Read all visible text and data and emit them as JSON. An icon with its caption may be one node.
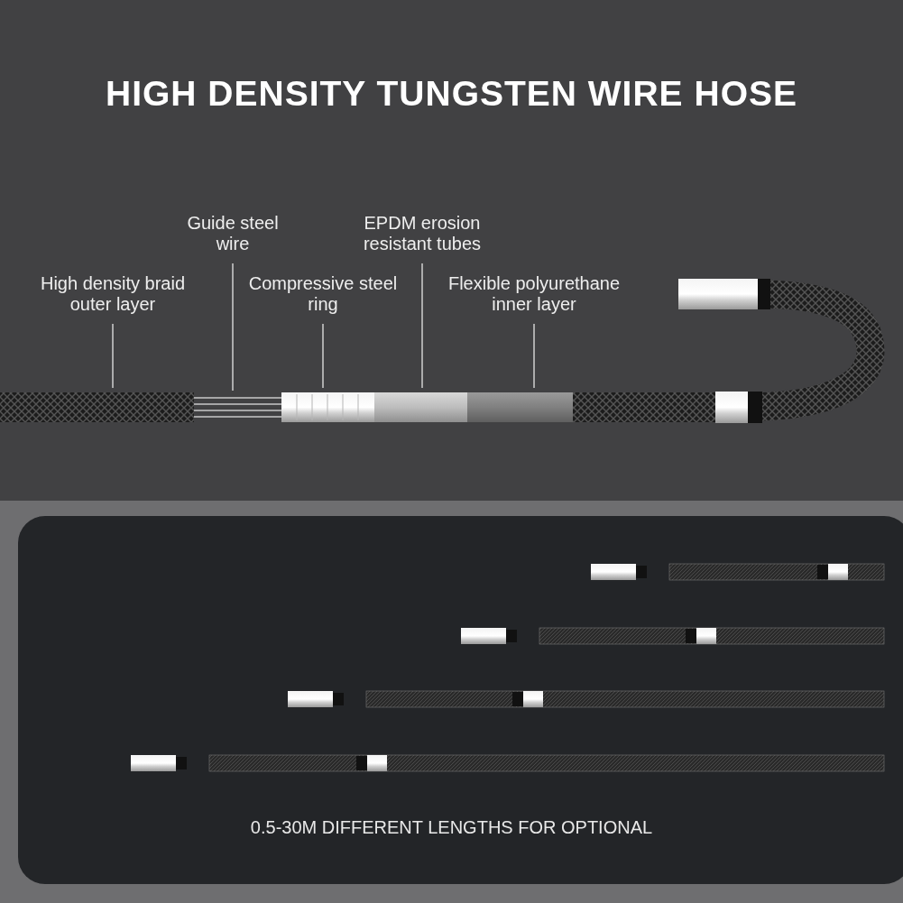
{
  "diagram": {
    "title": "HIGH DENSITY TUNGSTEN WIRE HOSE",
    "nodes": [
      {
        "text": [
          "High density braid outer layer"
        ]
      },
      {
        "text": [
          "Guide steel wire"
        ]
      },
      {
        "text": [
          "Compressive steel ring"
        ]
      },
      {
        "text": [
          "EPDM erosion resistant tubes"
        ]
      },
      {
        "text": [
          "Flexible polyurethane inner layer"
        ]
      },
      {
        "text": [],
        "shape": "bar"
      },
      {
        "text": [],
        "shape": "bar"
      },
      {
        "text": [],
        "shape": "bar"
      },
      {
        "text": [],
        "shape": "bar"
      },
      {
        "text": [],
        "shape": "bar"
      }
    ],
    "edges": [
      {
        "from": 0,
        "to": 5,
        "arrow": "none"
      },
      {
        "from": 1,
        "to": 6,
        "arrow": "none"
      },
      {
        "from": 2,
        "to": 7,
        "arrow": "none"
      },
      {
        "from": 3,
        "to": 8,
        "arrow": "none"
      },
      {
        "from": 4,
        "to": 9,
        "arrow": "none"
      }
    ],
    "labels": [
      "0.5-30M DIFFERENT LENGTHS FOR OPTIONAL"
    ]
  }
}
